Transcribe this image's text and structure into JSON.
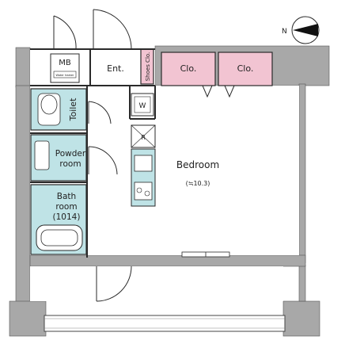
{
  "rooms": {
    "mb": "MB",
    "mb_sub": "Water heater",
    "entrance": "Ent.",
    "shoes_closet": "Shoes Clo.",
    "closet_1": "Clo.",
    "closet_2": "Clo.",
    "toilet": "Toilet",
    "washer": "W",
    "refrigerator": "R",
    "powder_room_line1": "Powder",
    "powder_room_line2": "room",
    "bedroom": "Bedroom",
    "bedroom_size": "(≒10.3)",
    "bathroom_line1": "Bath",
    "bathroom_line2": "room",
    "bathroom_line3": "(1014)"
  },
  "compass": {
    "label": "N"
  },
  "colors": {
    "wall_gray": "#a8a8a8",
    "wet_area": "#bfe3e6",
    "closet_pink": "#f2c4d2",
    "line": "#2a2a2a"
  }
}
